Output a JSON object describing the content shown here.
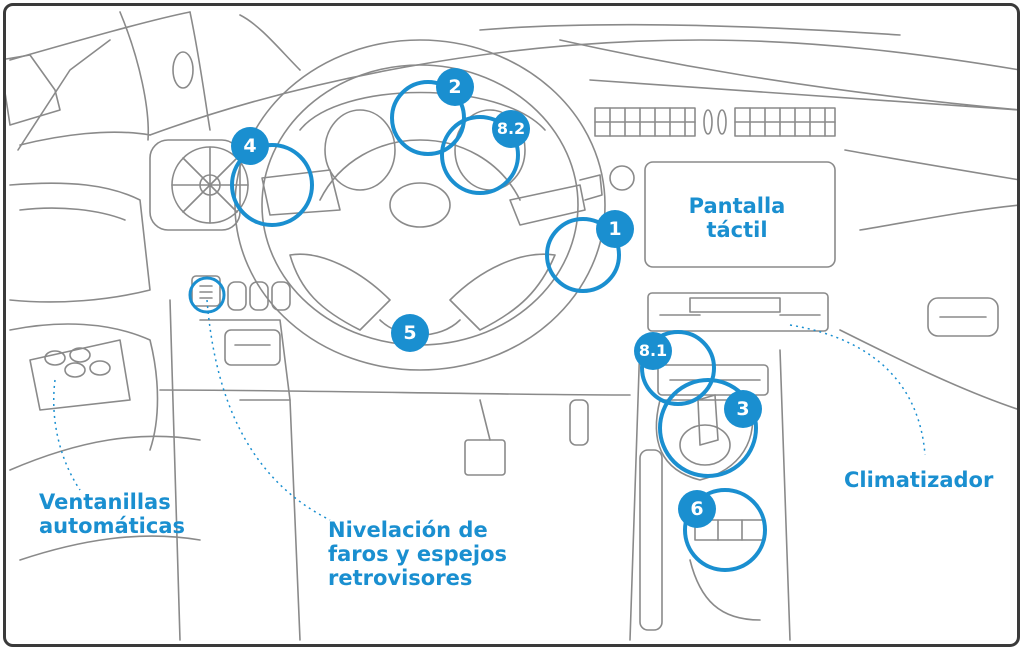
{
  "labels": {
    "pantalla_line1": "Pantalla",
    "pantalla_line2": "táctil",
    "climatizador": "Climatizador",
    "ventanillas_line1": "Ventanillas",
    "ventanillas_line2": "automáticas",
    "nivelacion_line1": "Nivelación de",
    "nivelacion_line2": "faros y espejos",
    "nivelacion_line3": "retrovisores"
  },
  "markers": {
    "m1": "1",
    "m2": "2",
    "m3": "3",
    "m4": "4",
    "m5": "5",
    "m6": "6",
    "m81": "8.1",
    "m82": "8.2"
  },
  "colors": {
    "accent": "#1a8fd0",
    "line": "#8a8a8a",
    "frame": "#3a3a3a"
  }
}
